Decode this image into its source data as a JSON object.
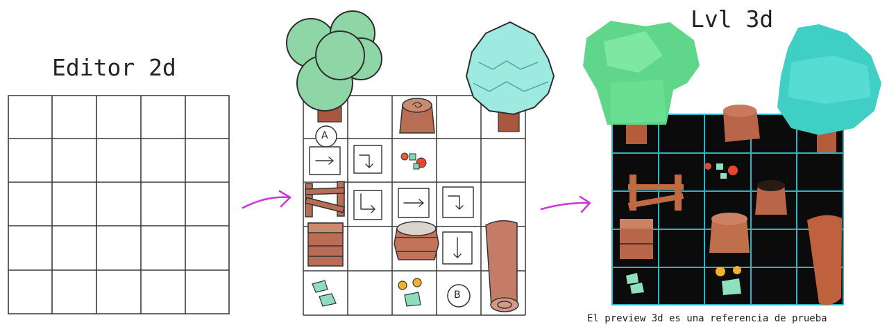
{
  "panels": {
    "editor": {
      "title": "Editor 2d",
      "grid_rows": 5,
      "grid_cols": 5
    },
    "sketch": {
      "grid_rows": 5,
      "grid_cols": 5,
      "start_marker": "A",
      "end_marker": "B",
      "path_arrows": [
        "right",
        "down-turn",
        "down-right-turn",
        "right",
        "down-turn",
        "down"
      ]
    },
    "level3d": {
      "title": "Lvl 3d",
      "grid_rows": 5,
      "grid_cols": 5,
      "grid_color": "#2fb3c8",
      "background": "#0b0b0b"
    }
  },
  "caption": "El preview 3d es una referencia de prueba",
  "colors": {
    "arrow": "#cc33dd",
    "sketch_line": "#333333",
    "tree_green": "#7fcf9a",
    "pine_teal": "#7fe0d6",
    "wood": "#b8654a"
  },
  "icons": [
    "tree",
    "pine-tree",
    "stump",
    "fence",
    "crate",
    "barrel",
    "log",
    "rocks",
    "flowers"
  ]
}
